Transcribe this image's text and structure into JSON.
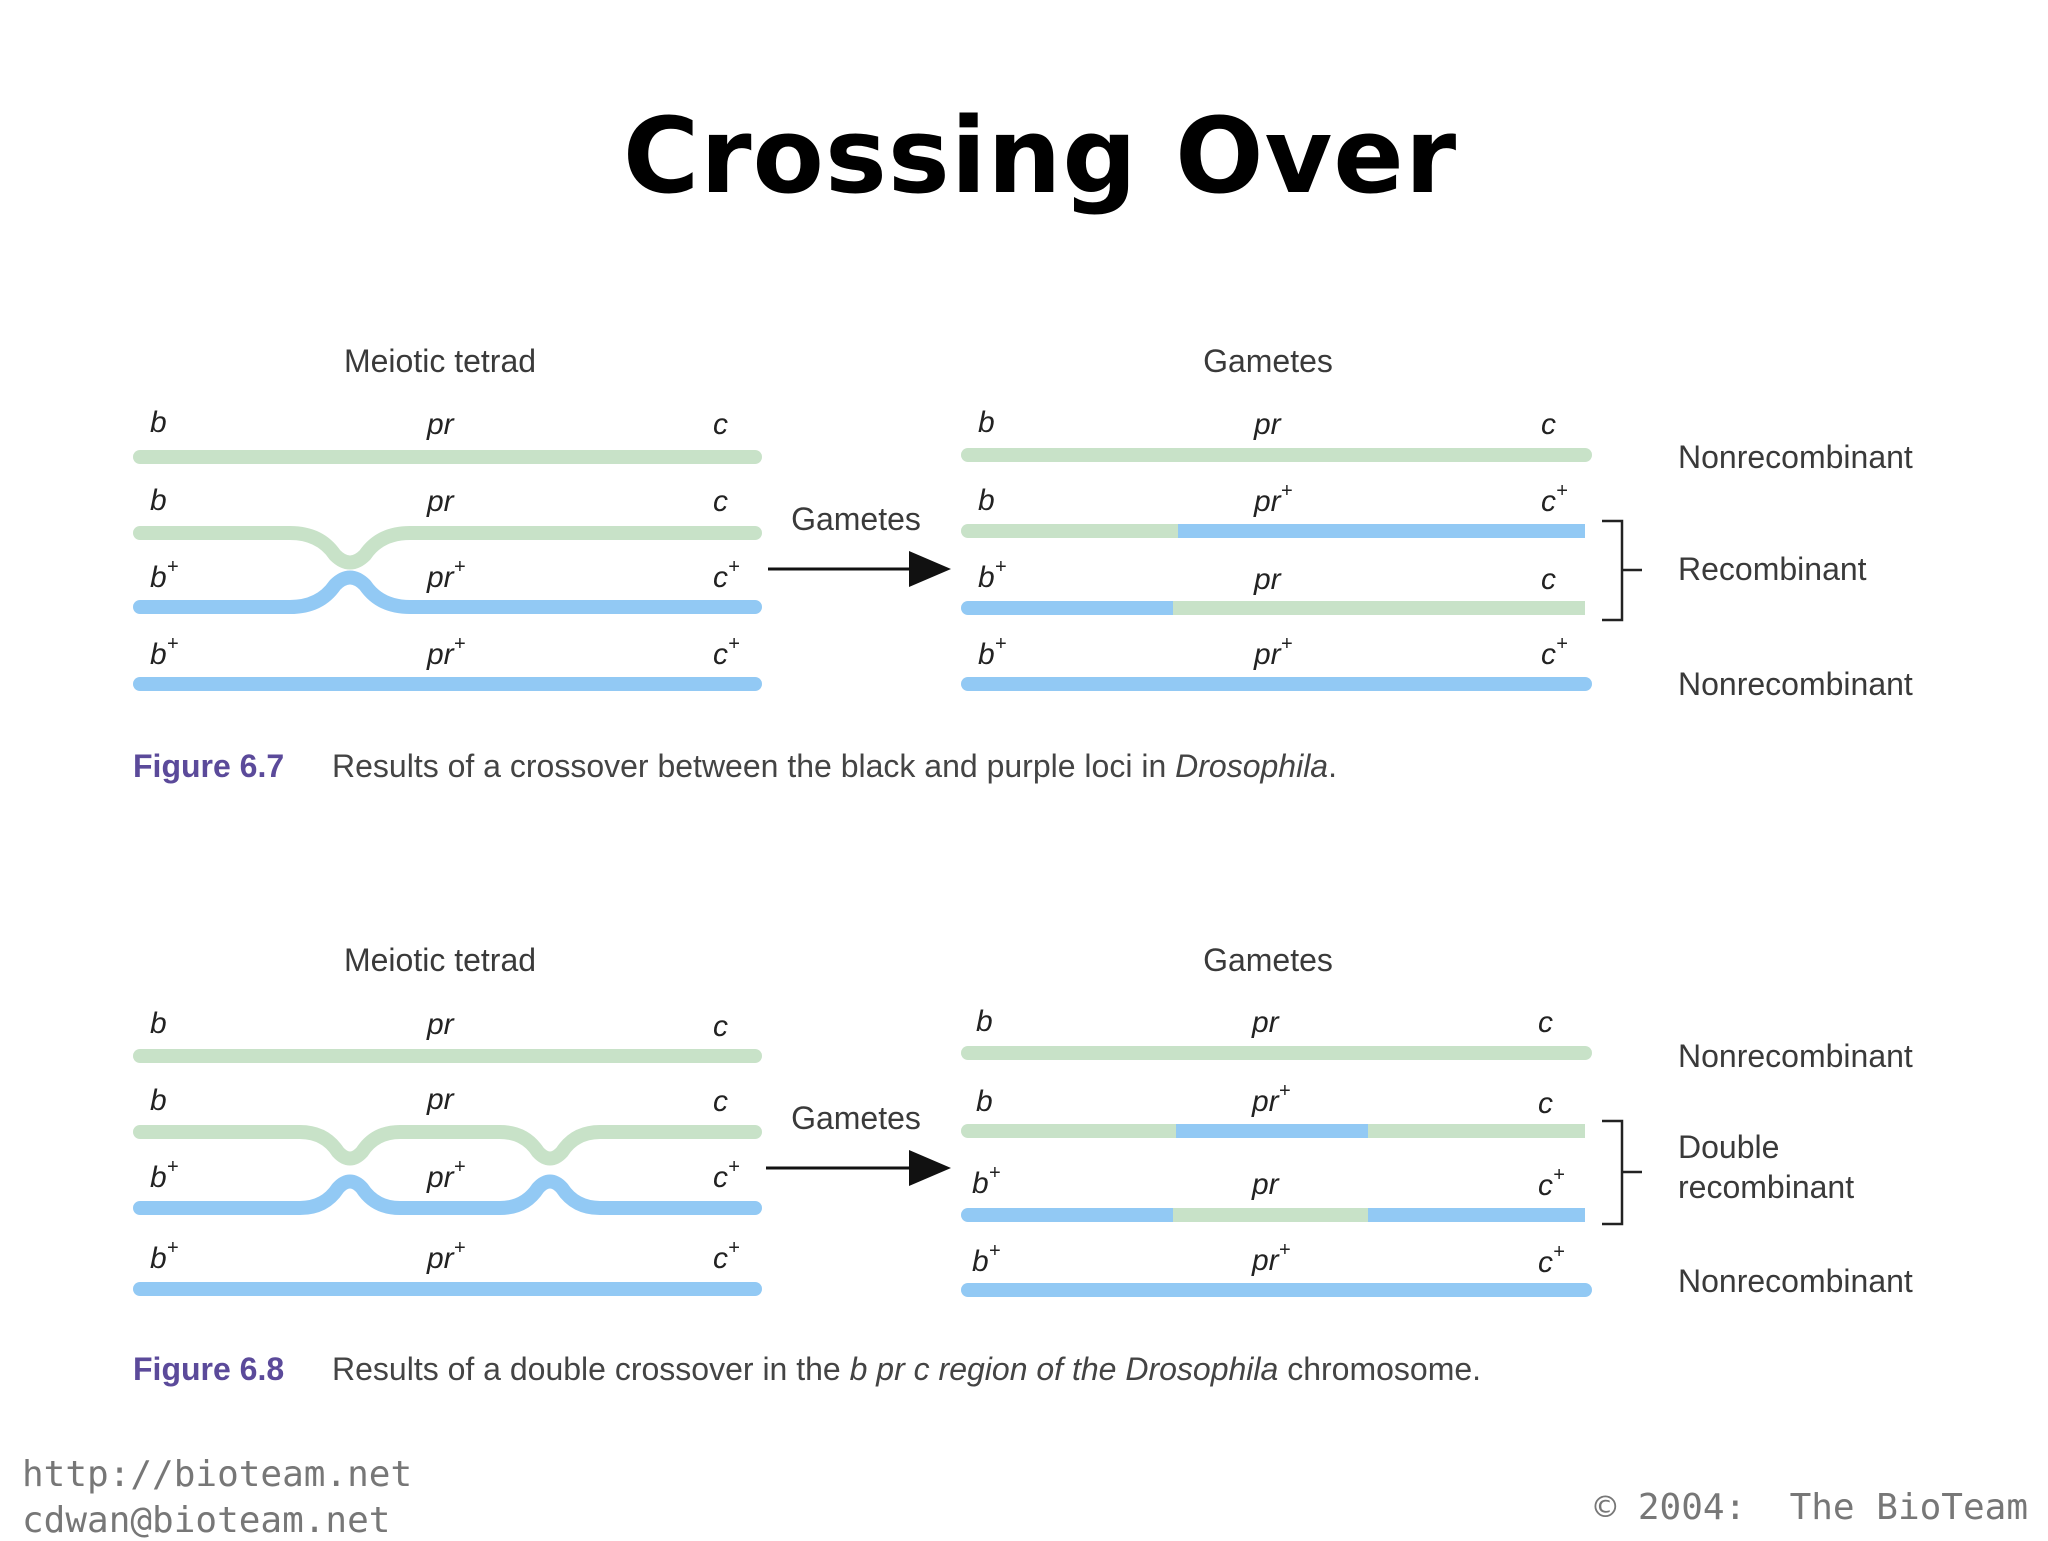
{
  "title": "Crossing Over",
  "labels": {
    "meiotic_tetrad": "Meiotic tetrad",
    "gametes_header": "Gametes",
    "gametes_arrow": "Gametes",
    "nonrecombinant": "Nonrecombinant",
    "recombinant": "Recombinant",
    "double": "Double",
    "recombinant_lower": "recombinant"
  },
  "genes": {
    "b": "b",
    "pr": "pr",
    "c": "c",
    "plus": "+"
  },
  "figures": [
    {
      "label": "Figure 6.7",
      "caption_plain": "Results of a crossover between the black and purple loci in ",
      "caption_italic": "Drosophila",
      "caption_end": "."
    },
    {
      "label": "Figure 6.8",
      "caption_plain": "Results of a double crossover in the ",
      "caption_italic": "b pr c region of the Drosophila",
      "caption_end": " chromosome."
    }
  ],
  "colors": {
    "green": "#c8e2c8",
    "blue": "#92c9f4",
    "figure_label": "#5b4a9a"
  },
  "footer": {
    "url": "http://bioteam.net",
    "email": "cdwan@bioteam.net",
    "copyright": "© 2004:  The BioTeam"
  }
}
